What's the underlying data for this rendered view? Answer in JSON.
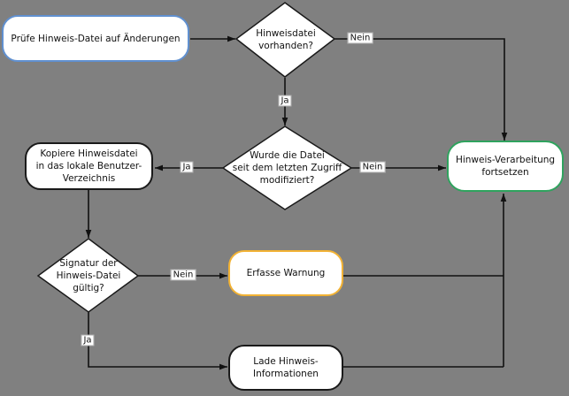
{
  "diagram": {
    "background_color": "#808080",
    "line_color": "#111111",
    "nodes": [
      {
        "id": "pruefe-hinweis-datei",
        "shape": "rounded-rect",
        "label": "Prüfe Hinweis-Datei auf Änderungen",
        "border_color": "#6090d0"
      },
      {
        "id": "kopiere-hinweisdatei",
        "shape": "rounded-rect",
        "label": "Kopiere Hinweisdatei\nin das lokale Benutzer-\nVerzeichnis",
        "border_color": "#1a1a1a"
      },
      {
        "id": "hinweis-verarbeitung-fortsetzen",
        "shape": "rounded-rect",
        "label": "Hinweis-Verarbeitung\nfortsetzen",
        "border_color": "#2fa35e"
      },
      {
        "id": "erfasse-warnung",
        "shape": "rounded-rect",
        "label": "Erfasse Warnung",
        "border_color": "#f2b234"
      },
      {
        "id": "lade-hinweis-informationen",
        "shape": "rounded-rect",
        "label": "Lade Hinweis-\nInformationen",
        "border_color": "#1a1a1a"
      }
    ],
    "decisions": [
      {
        "id": "hinweisdatei-vorhanden",
        "shape": "diamond",
        "label": "Hinweisdatei\nvorhanden?"
      },
      {
        "id": "datei-modifiziert",
        "shape": "diamond",
        "label": "Wurde die Datei\nseit dem letzten Zugriff\nmodifiziert?"
      },
      {
        "id": "signatur-gueltig",
        "shape": "diamond",
        "label": "Signatur der\nHinweis-Datei\ngültig?"
      }
    ],
    "edges": [
      {
        "from": "pruefe-hinweis-datei",
        "to": "hinweisdatei-vorhanden",
        "label": ""
      },
      {
        "from": "hinweisdatei-vorhanden",
        "to": "hinweis-verarbeitung-fortsetzen",
        "label": "Nein"
      },
      {
        "from": "hinweisdatei-vorhanden",
        "to": "datei-modifiziert",
        "label": "Ja"
      },
      {
        "from": "datei-modifiziert",
        "to": "kopiere-hinweisdatei",
        "label": "Ja"
      },
      {
        "from": "datei-modifiziert",
        "to": "hinweis-verarbeitung-fortsetzen",
        "label": "Nein"
      },
      {
        "from": "kopiere-hinweisdatei",
        "to": "signatur-gueltig",
        "label": ""
      },
      {
        "from": "signatur-gueltig",
        "to": "erfasse-warnung",
        "label": "Nein"
      },
      {
        "from": "signatur-gueltig",
        "to": "lade-hinweis-informationen",
        "label": "Ja"
      },
      {
        "from": "erfasse-warnung",
        "to": "hinweis-verarbeitung-fortsetzen",
        "label": ""
      },
      {
        "from": "lade-hinweis-informationen",
        "to": "hinweis-verarbeitung-fortsetzen",
        "label": ""
      }
    ]
  }
}
